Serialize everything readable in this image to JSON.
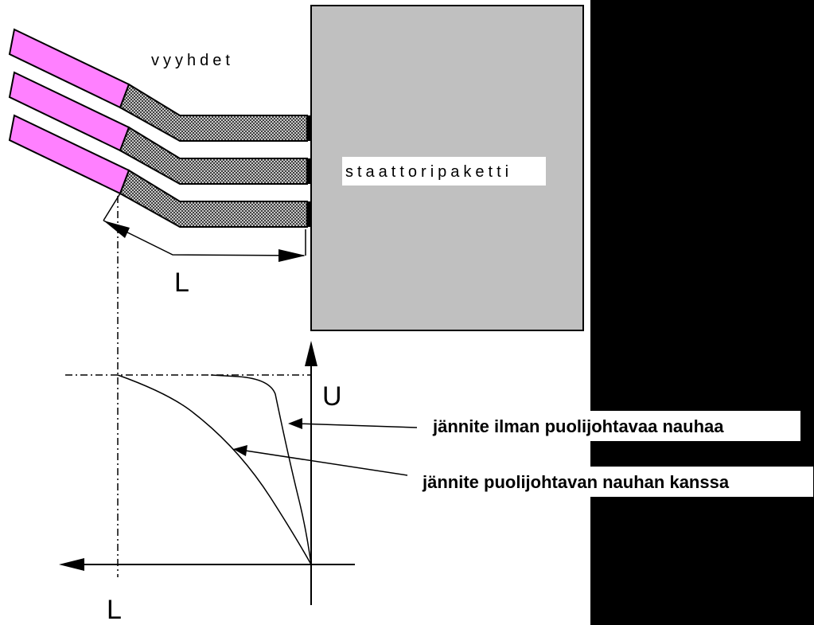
{
  "labels": {
    "strands": "vyyhdet",
    "stator_core": "staattoripaketti",
    "length_top": "L",
    "length_bottom": "L",
    "voltage_axis": "U",
    "curve_without_tape": "jännite ilman puolijohtavaa nauhaa",
    "curve_with_tape": "jännite puolijohtavan nauhan kanssa"
  },
  "colors": {
    "background": "#000000",
    "panel": "#ffffff",
    "stator": "#c0c0c0",
    "insulation": "#ff80ff",
    "semiconductive_tape": "#808080",
    "line": "#000000"
  }
}
